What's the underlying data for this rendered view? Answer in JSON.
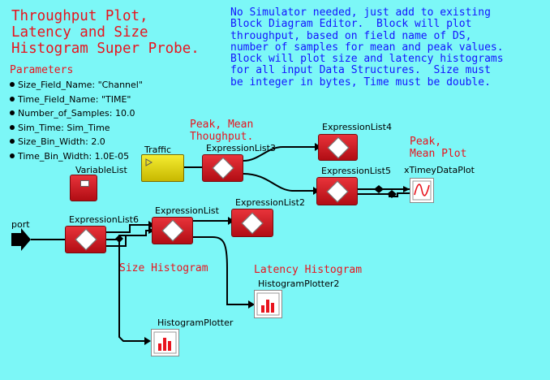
{
  "title": "Throughput Plot,\nLatency and Size\nHistogram Super Probe.",
  "description": "No Simulator needed, just add to existing\nBlock Diagram Editor.  Block will plot\nthroughput, based on field name of DS,\nnumber of samples for mean and peak values.\nBlock will plot size and latency histograms\nfor all input Data Structures.  Size must\nbe integer in bytes, Time must be double.",
  "parameters": {
    "heading": "Parameters",
    "items": [
      "Size_Field_Name: \"Channel\"",
      "Time_Field_Name: \"TIME\"",
      "Number_of_Samples: 10.0",
      "Sim_Time: Sim_Time",
      "Size_Bin_Width: 2.0",
      "Time_Bin_Width: 1.0E-05"
    ]
  },
  "notes": {
    "peak_mean_throughput": "Peak, Mean\nThoughput.",
    "peak_mean_plot": "Peak,\nMean Plot",
    "size_histogram": "Size Histogram",
    "latency_histogram": "Latency Histogram"
  },
  "blocks": {
    "traffic": "Traffic",
    "variable_list": "VariableList",
    "port": "port",
    "expression_list3": "ExpressionList3",
    "expression_list4": "ExpressionList4",
    "expression_list5": "ExpressionList5",
    "expression_list2": "ExpressionList2",
    "expression_list": "ExpressionList",
    "expression_list6": "ExpressionList6",
    "xtimey_plot": "xTimeyDataPlot",
    "histogram_plotter2": "HistogramPlotter2",
    "histogram_plotter": "HistogramPlotter"
  },
  "colors": {
    "background": "#7cf7f7",
    "title_red": "#e8141e",
    "description_blue": "#1414ff",
    "block_red": "#d0181f",
    "traffic_yellow": "#f4ec31"
  }
}
